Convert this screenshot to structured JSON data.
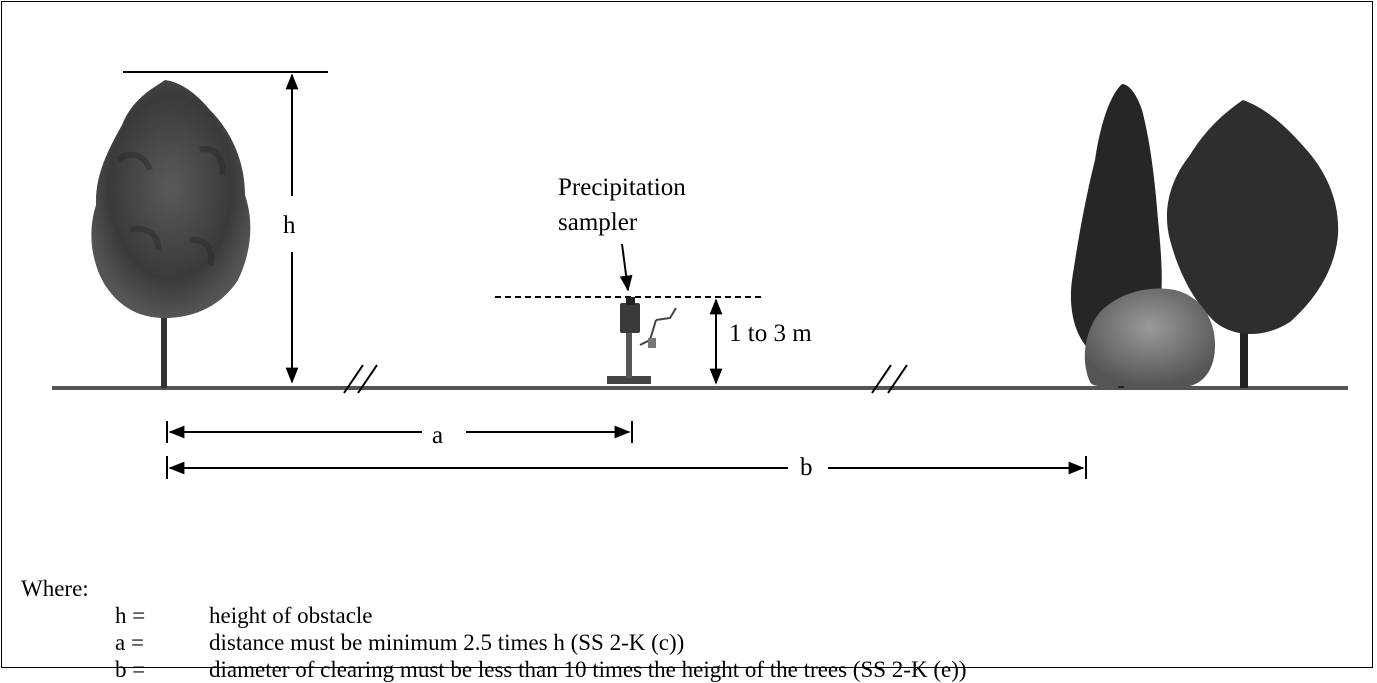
{
  "diagram": {
    "sampler_label_line1": "Precipitation",
    "sampler_label_line2": "sampler",
    "height_label": "h",
    "sampler_height_label": "1 to 3 m",
    "distance_a_label": "a",
    "distance_b_label": "b"
  },
  "legend": {
    "heading": "Where:",
    "items": [
      {
        "key": "h =",
        "text": "height of obstacle"
      },
      {
        "key": "a =",
        "text": "distance must be minimum 2.5 times h (SS 2-K (c))"
      },
      {
        "key": "b =",
        "text": "diameter of clearing must be less than 10 times the height of the trees (SS 2-K (e))"
      }
    ]
  },
  "colors": {
    "ground": "#555555",
    "foliage_dark": "#2b2b2b",
    "foliage_mid": "#4a4a4a",
    "foliage_light": "#6e6e6e"
  }
}
